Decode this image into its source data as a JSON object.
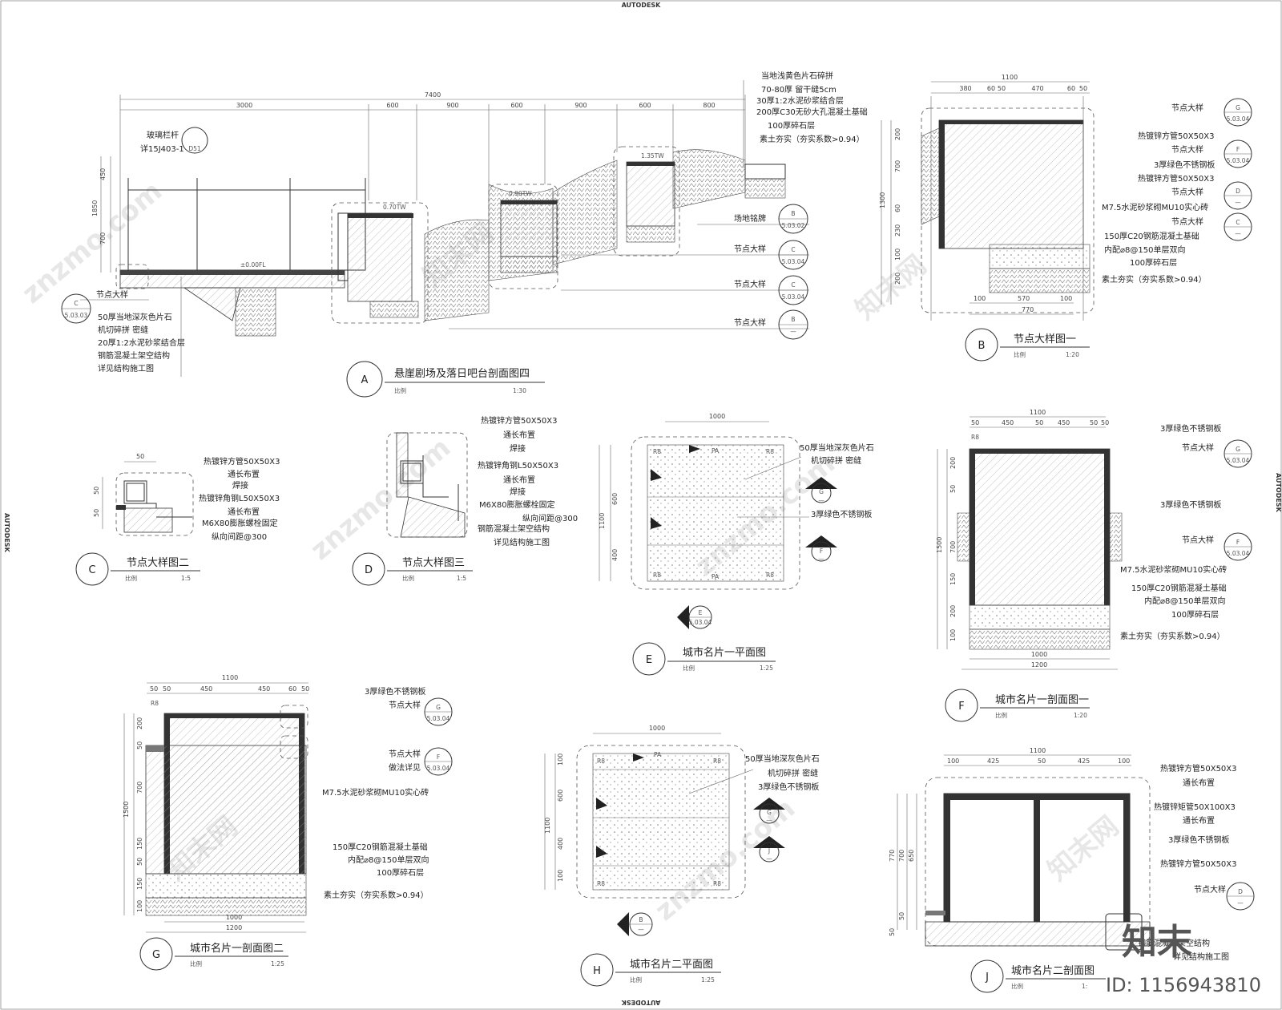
{
  "sheet": {
    "brand_top": "AUTODESK",
    "brand_left": "AUTODESK",
    "brand_right": "AUTODESK",
    "brand_bottom": "AUTODESK",
    "watermark": "znzmo.com",
    "watermark_cn": "知末网",
    "logo_text": "知末",
    "id_text": "ID: 1156943810"
  },
  "scale_word": "比例",
  "A": {
    "bubble": "A",
    "title": "悬崖剧场及落日吧台剖面图四",
    "scale": "1:30",
    "dims_top": [
      "7400",
      "3000",
      "600",
      "900",
      "600",
      "900",
      "600",
      "800"
    ],
    "dims_left": [
      "450",
      "1850",
      "700"
    ],
    "elev": [
      "0.70TW",
      "0.90TW",
      "1.35TW",
      "±0.00FL"
    ],
    "rail1": "玻璃栏杆",
    "rail2": "详15J403-1",
    "rail_ref": "D51",
    "notes_left": [
      "50厚当地深灰色片石",
      "机切碎拼 密缝",
      "20厚1:2水泥砂浆结合层",
      "钢筋混凝土架空结构",
      "详见结构施工图"
    ],
    "node_left": {
      "text": "节点大样",
      "letter": "C",
      "sheet": "5.03.03"
    },
    "notes_top": [
      "当地浅黄色片石碎拼",
      "70-80厚 留干缝5cm",
      "30厚1:2水泥砂浆结合层",
      "200厚C30无砂大孔混凝土基础",
      "100厚碎石层",
      "素土夯实（夯实系数>0.94）"
    ],
    "refs": [
      {
        "text": "场地铭牌",
        "letter": "B",
        "sheet": "5.03.02"
      },
      {
        "text": "节点大样",
        "letter": "C",
        "sheet": "5.03.04"
      },
      {
        "text": "节点大样",
        "letter": "C",
        "sheet": "5.03.04"
      },
      {
        "text": "节点大样",
        "letter": "B",
        "sheet": "—"
      }
    ]
  },
  "B": {
    "bubble": "B",
    "title": "节点大样图一",
    "scale": "1:20",
    "dims_top": [
      "1100",
      "380",
      "60",
      "50",
      "470",
      "60",
      "50"
    ],
    "dims_bottom": [
      "100",
      "570",
      "100",
      "770"
    ],
    "dims_left": [
      "1300",
      "200",
      "700",
      "60",
      "230",
      "100",
      "200"
    ],
    "refs": [
      {
        "text": "节点大样",
        "letter": "G",
        "sheet": "5.03.04"
      },
      {
        "text": "热镀锌方管50X50X3"
      },
      {
        "text": "节点大样",
        "letter": "F",
        "sheet": "5.03.04"
      },
      {
        "text": "3厚绿色不锈钢板"
      },
      {
        "text": "热镀锌方管50X50X3"
      },
      {
        "text": "节点大样",
        "letter": "D",
        "sheet": "—"
      },
      {
        "text": "M7.5水泥砂浆砌MU10实心砖"
      },
      {
        "text": "节点大样",
        "letter": "C",
        "sheet": "—"
      },
      {
        "text": "150厚C20钢筋混凝土基础"
      },
      {
        "text": "内配⌀8@150单层双向"
      },
      {
        "text": "100厚碎石层"
      },
      {
        "text": "素土夯实（夯实系数>0.94）"
      }
    ]
  },
  "C": {
    "bubble": "C",
    "title": "节点大样图二",
    "scale": "1:5",
    "dims": [
      "50",
      "50",
      "50"
    ],
    "notes": [
      "热镀锌方管50X50X3",
      "通长布置",
      "焊接",
      "热镀锌角钢L50X50X3",
      "通长布置",
      "M6X80膨胀螺栓固定",
      "纵向间距@300"
    ]
  },
  "D": {
    "bubble": "D",
    "title": "节点大样图三",
    "scale": "1:5",
    "notes": [
      "热镀锌方管50X50X3",
      "通长布置",
      "焊接",
      "热镀锌角钢L50X50X3",
      "通长布置",
      "焊接",
      "M6X80膨胀螺栓固定",
      "纵向间距@300",
      "钢筋混凝土架空结构",
      "详见结构施工图"
    ]
  },
  "E": {
    "bubble": "E",
    "title": "城市名片一平面图",
    "scale": "1:25",
    "dims": [
      "1000",
      "1100",
      "600",
      "400"
    ],
    "pa": [
      "PA",
      "PA"
    ],
    "r": [
      "R8",
      "R8",
      "R8",
      "R8"
    ],
    "notes": [
      "50厚当地深灰色片石",
      "机切碎拼 密缝",
      "3厚绿色不锈钢板"
    ],
    "cuts": [
      {
        "letter": "G",
        "sheet": "—"
      },
      {
        "letter": "F",
        "sheet": "—"
      },
      {
        "letter": "E",
        "sheet": "5.03.04"
      }
    ]
  },
  "F": {
    "bubble": "F",
    "title": "城市名片一剖面图一",
    "scale": "1:20",
    "dims_top": [
      "1100",
      "50",
      "450",
      "50",
      "450",
      "50",
      "50"
    ],
    "dims_bottom": [
      "1000",
      "1200"
    ],
    "dims_left": [
      "1500",
      "200",
      "50",
      "700",
      "150",
      "200",
      "100"
    ],
    "r": [
      "R8"
    ],
    "notes": [
      {
        "text": "3厚绿色不锈钢板"
      },
      {
        "text": "节点大样",
        "letter": "G",
        "sheet": "5.03.04"
      },
      {
        "text": "3厚绿色不锈钢板"
      },
      {
        "text": "节点大样",
        "letter": "F",
        "sheet": "5.03.04"
      },
      {
        "text": "M7.5水泥砂浆砌MU10实心砖"
      },
      {
        "text": "150厚C20钢筋混凝土基础"
      },
      {
        "text": "内配⌀8@150单层双向"
      },
      {
        "text": "100厚碎石层"
      },
      {
        "text": "素土夯实（夯实系数>0.94）"
      }
    ]
  },
  "G": {
    "bubble": "G",
    "title": "城市名片一剖面图二",
    "scale": "1:25",
    "dims_top": [
      "1100",
      "50",
      "50",
      "450",
      "450",
      "60",
      "50"
    ],
    "dims_bottom": [
      "1000",
      "1200"
    ],
    "dims_left": [
      "1500",
      "200",
      "50",
      "700",
      "150",
      "50",
      "150",
      "100"
    ],
    "r": [
      "R8"
    ],
    "notes": [
      {
        "text": "3厚绿色不锈钢板"
      },
      {
        "text": "节点大样",
        "letter": "G",
        "sheet": "5.03.04"
      },
      {
        "text": "节点大样",
        "letter": "F",
        "sheet": "5.03.04"
      },
      {
        "text": "做法详见"
      },
      {
        "text": "M7.5水泥砂浆砌MU10实心砖"
      },
      {
        "text": "150厚C20钢筋混凝土基础"
      },
      {
        "text": "内配⌀8@150单层双向"
      },
      {
        "text": "100厚碎石层"
      },
      {
        "text": "素土夯实（夯实系数>0.94）"
      }
    ]
  },
  "H": {
    "bubble": "H",
    "title": "城市名片二平面图",
    "scale": "1:25",
    "dims": [
      "1000",
      "100",
      "1100",
      "600",
      "400",
      "100"
    ],
    "pa": [
      "PA"
    ],
    "r": [
      "R8",
      "R8",
      "R8",
      "R8"
    ],
    "notes": [
      "50厚当地深灰色片石",
      "机切碎拼 密缝",
      "3厚绿色不锈钢板"
    ],
    "cuts": [
      {
        "letter": "G",
        "sheet": "—"
      },
      {
        "letter": "J",
        "sheet": "—"
      },
      {
        "letter": "B",
        "sheet": "—"
      }
    ]
  },
  "J": {
    "bubble": "J",
    "title": "城市名片二剖面图",
    "scale": "1:",
    "dims_top": [
      "1100",
      "100",
      "425",
      "50",
      "425",
      "100"
    ],
    "dims_left": [
      "770",
      "700",
      "650",
      "50",
      "50"
    ],
    "notes": [
      {
        "text": "热镀锌方管50X50X3"
      },
      {
        "text": "通长布置"
      },
      {
        "text": "热镀锌矩管50X100X3"
      },
      {
        "text": "通长布置"
      },
      {
        "text": "3厚绿色不锈钢板"
      },
      {
        "text": "热镀锌方管50X50X3"
      },
      {
        "text": "节点大样",
        "letter": "D",
        "sheet": "—"
      },
      {
        "text": "钢筋混凝土架空结构"
      },
      {
        "text": "详见结构施工图"
      }
    ]
  }
}
